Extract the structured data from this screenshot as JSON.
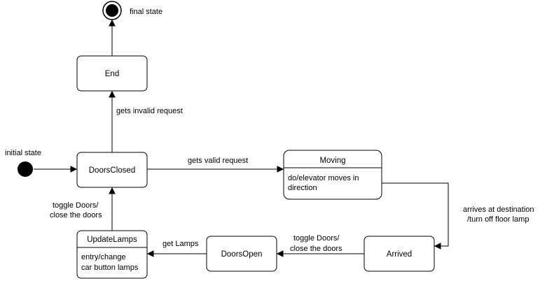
{
  "states": {
    "end": {
      "label": "End"
    },
    "doors_closed": {
      "label": "DoorsClosed"
    },
    "moving": {
      "label": "Moving",
      "activity_lines": [
        "do/elevator moves in",
        "direction"
      ]
    },
    "arrived": {
      "label": "Arrived"
    },
    "doors_open": {
      "label": "DoorsOpen"
    },
    "update_lamps": {
      "label": "UpdateLamps",
      "activity_lines": [
        "entry/change",
        "car button lamps"
      ]
    }
  },
  "pseudostates": {
    "initial_label": "initial state",
    "final_label": "final state"
  },
  "transitions": {
    "invalid_request": "gets invalid request",
    "valid_request": "gets valid request",
    "arrives_lines": [
      "arrives at destination",
      "/turn off floor lamp"
    ],
    "toggle_arrived_lines": [
      "toggle Doors/",
      "close the doors"
    ],
    "get_lamps": "get Lamps",
    "toggle_update_lines": [
      "toggle Doors/",
      "close the doors"
    ]
  }
}
